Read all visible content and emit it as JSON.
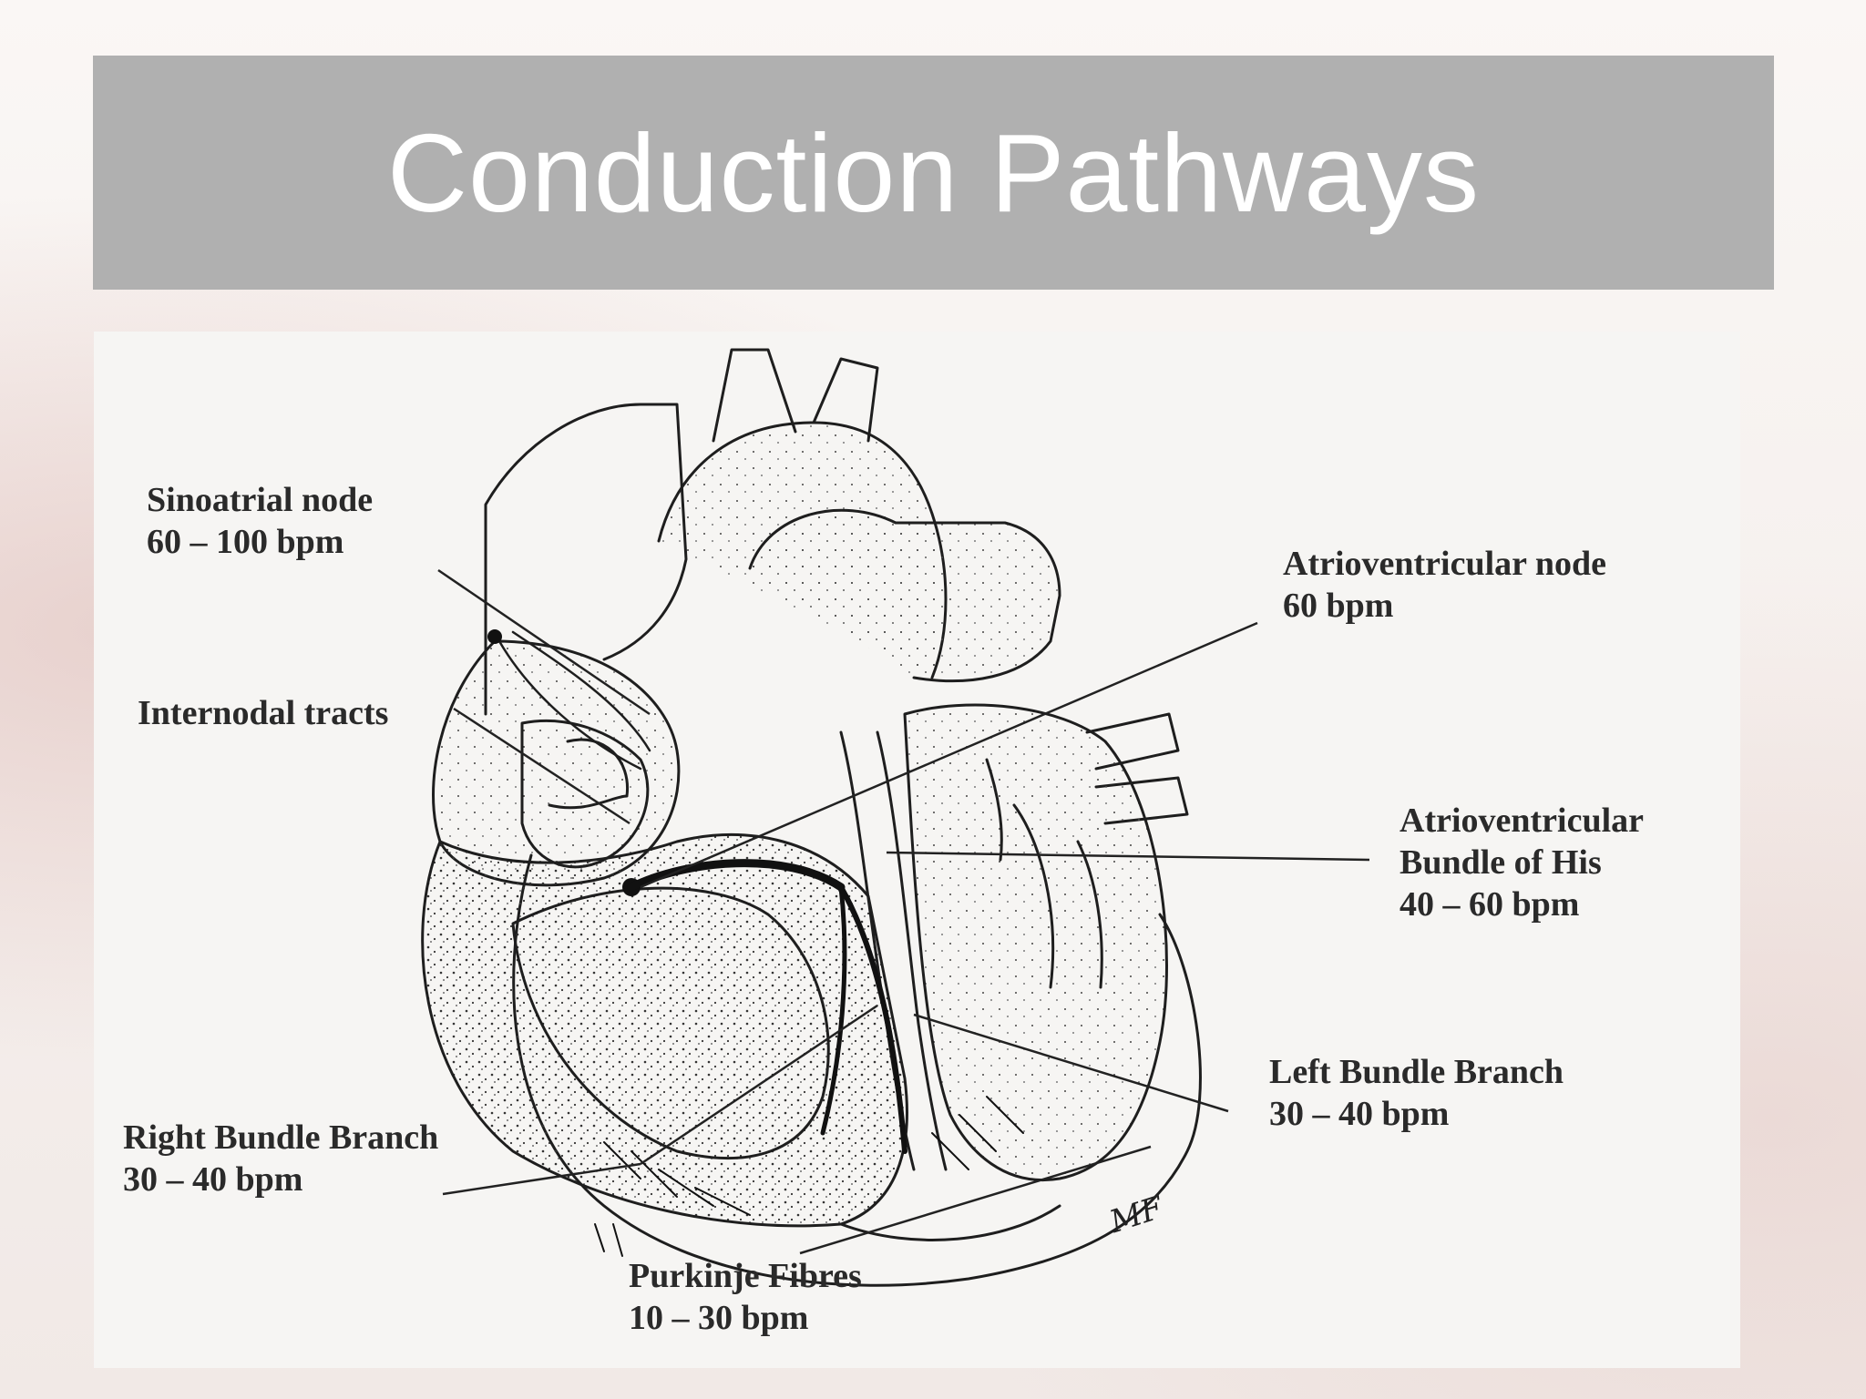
{
  "slide": {
    "title": "Conduction Pathways"
  },
  "labels": {
    "sinoatrial": {
      "name": "Sinoatrial node",
      "rate": "60 – 100 bpm"
    },
    "internodal": {
      "name": "Internodal tracts"
    },
    "av_node": {
      "name": "Atrioventricular node",
      "rate": "60 bpm"
    },
    "bundle_his": {
      "line1": "Atrioventricular",
      "line2": "Bundle of His",
      "rate": "40 – 60 bpm"
    },
    "left_bundle": {
      "name": "Left Bundle Branch",
      "rate": "30 – 40 bpm"
    },
    "right_bundle": {
      "name": "Right Bundle Branch",
      "rate": "30 – 40 bpm"
    },
    "purkinje": {
      "name": "Purkinje Fibres",
      "rate": "10 – 30 bpm"
    }
  },
  "signature": "MF"
}
